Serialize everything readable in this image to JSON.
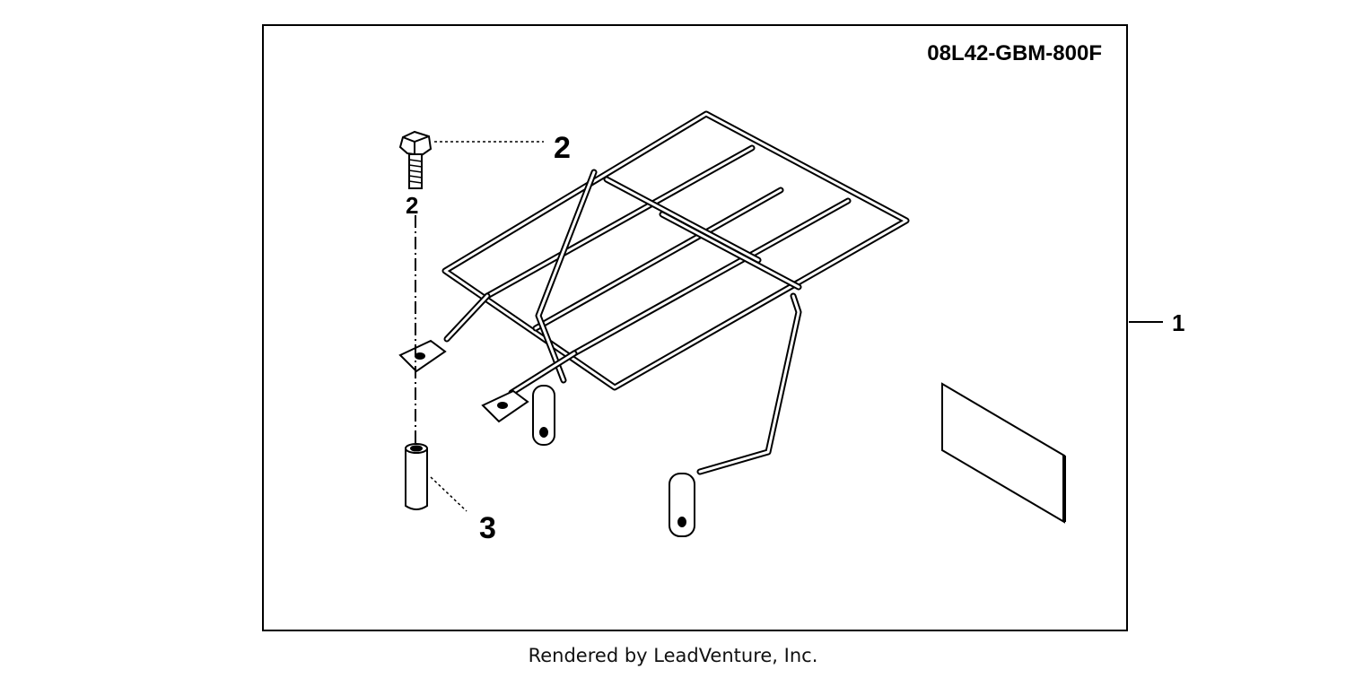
{
  "diagram": {
    "part_code": "08L42-GBM-800F",
    "callouts": {
      "bolt": "2",
      "bolt_secondary": "2",
      "collar": "3",
      "kit": "1"
    }
  },
  "footer": {
    "credit": "Rendered by LeadVenture, Inc."
  },
  "colors": {
    "ink": "#000000",
    "background": "#ffffff"
  }
}
